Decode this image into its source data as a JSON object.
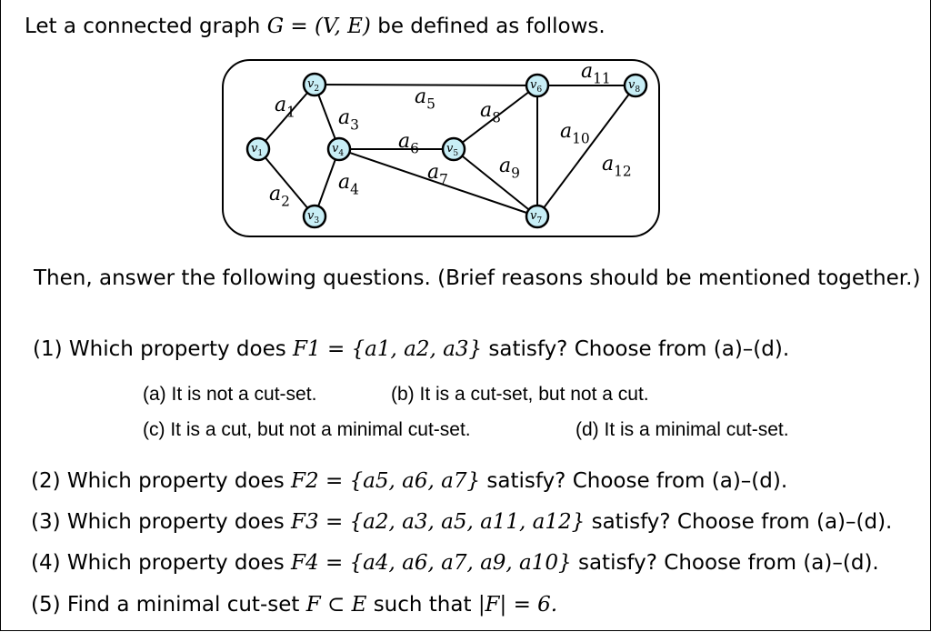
{
  "intro": {
    "prefix": "Let a connected graph",
    "formula": "G = (V, E)",
    "suffix": "be defined as follows."
  },
  "graph": {
    "vertices": [
      {
        "id": "v1",
        "label": "v1"
      },
      {
        "id": "v2",
        "label": "v2"
      },
      {
        "id": "v3",
        "label": "v3"
      },
      {
        "id": "v4",
        "label": "v4"
      },
      {
        "id": "v5",
        "label": "v5"
      },
      {
        "id": "v6",
        "label": "v6"
      },
      {
        "id": "v7",
        "label": "v7"
      },
      {
        "id": "v8",
        "label": "v8"
      }
    ],
    "edges": [
      {
        "label": "a1",
        "from": "v1",
        "to": "v2"
      },
      {
        "label": "a2",
        "from": "v1",
        "to": "v3"
      },
      {
        "label": "a3",
        "from": "v2",
        "to": "v4"
      },
      {
        "label": "a4",
        "from": "v3",
        "to": "v4"
      },
      {
        "label": "a5",
        "from": "v2",
        "to": "v6"
      },
      {
        "label": "a6",
        "from": "v4",
        "to": "v5"
      },
      {
        "label": "a7",
        "from": "v4",
        "to": "v7"
      },
      {
        "label": "a8",
        "from": "v5",
        "to": "v6"
      },
      {
        "label": "a9",
        "from": "v5",
        "to": "v7"
      },
      {
        "label": "a10",
        "from": "v6",
        "to": "v7"
      },
      {
        "label": "a11",
        "from": "v6",
        "to": "v8"
      },
      {
        "label": "a12",
        "from": "v7",
        "to": "v8"
      }
    ],
    "colors": {
      "node_fill": "#c8eef6",
      "stroke": "#000000"
    }
  },
  "instruction": "Then, answer the following questions. (Brief reasons should be mentioned together.)",
  "choose": "Choose from (a)–(d).",
  "q1": {
    "num": "(1)",
    "prefix": "Which property does",
    "formula": "F1 = {a1, a2, a3}",
    "suffix": "satisfy?"
  },
  "options": {
    "a": "(a) It is not a cut-set.",
    "b": "(b) It is a cut-set, but not a cut.",
    "c": "(c) It is a cut, but not a minimal cut-set.",
    "d": "(d) It is a minimal cut-set."
  },
  "q2": {
    "num": "(2)",
    "prefix": "Which property does",
    "formula": "F2 = {a5, a6, a7}",
    "suffix": "satisfy?"
  },
  "q3": {
    "num": "(3)",
    "prefix": "Which property does",
    "formula": "F3 = {a2, a3, a5, a11, a12}",
    "suffix": "satisfy?"
  },
  "q4": {
    "num": "(4)",
    "prefix": "Which property does",
    "formula": "F4 = {a4, a6, a7, a9, a10}",
    "suffix": "satisfy?"
  },
  "q5": {
    "num": "(5)",
    "prefix": "Find a minimal cut-set",
    "formula": "F ⊂ E",
    "mid": "such that",
    "formula2": "|F| = 6."
  }
}
